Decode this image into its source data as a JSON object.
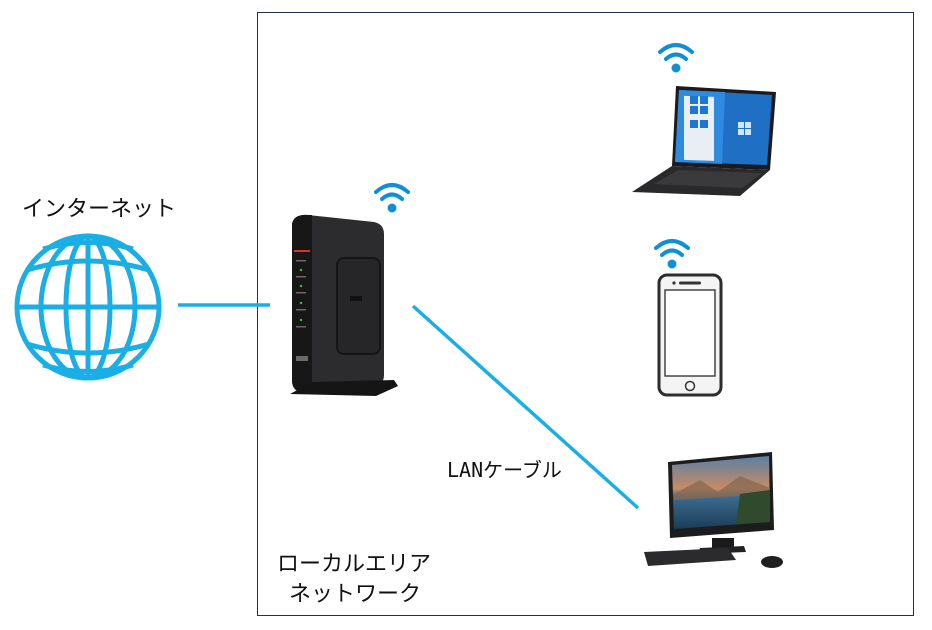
{
  "labels": {
    "internet": "インターネット",
    "lan_cable": "LANケーブル",
    "lan_line1": "ローカルエリア",
    "lan_line2": "ネットワーク"
  },
  "colors": {
    "accent": "#1aaee6",
    "wifi": "#0f8fd6",
    "border": "#1f3249",
    "device_dark": "#2a2a2c"
  },
  "nodes": [
    {
      "id": "internet",
      "icon": "globe-icon"
    },
    {
      "id": "router",
      "icon": "router-icon",
      "wireless": true
    },
    {
      "id": "laptop",
      "icon": "laptop-icon",
      "wireless": true
    },
    {
      "id": "smartphone",
      "icon": "smartphone-icon",
      "wireless": true
    },
    {
      "id": "desktop",
      "icon": "desktop-pc-icon",
      "wireless": false
    }
  ],
  "connections": [
    {
      "from": "internet",
      "to": "router",
      "type": "wired"
    },
    {
      "from": "router",
      "to": "desktop",
      "type": "wired",
      "label": "LANケーブル"
    }
  ]
}
